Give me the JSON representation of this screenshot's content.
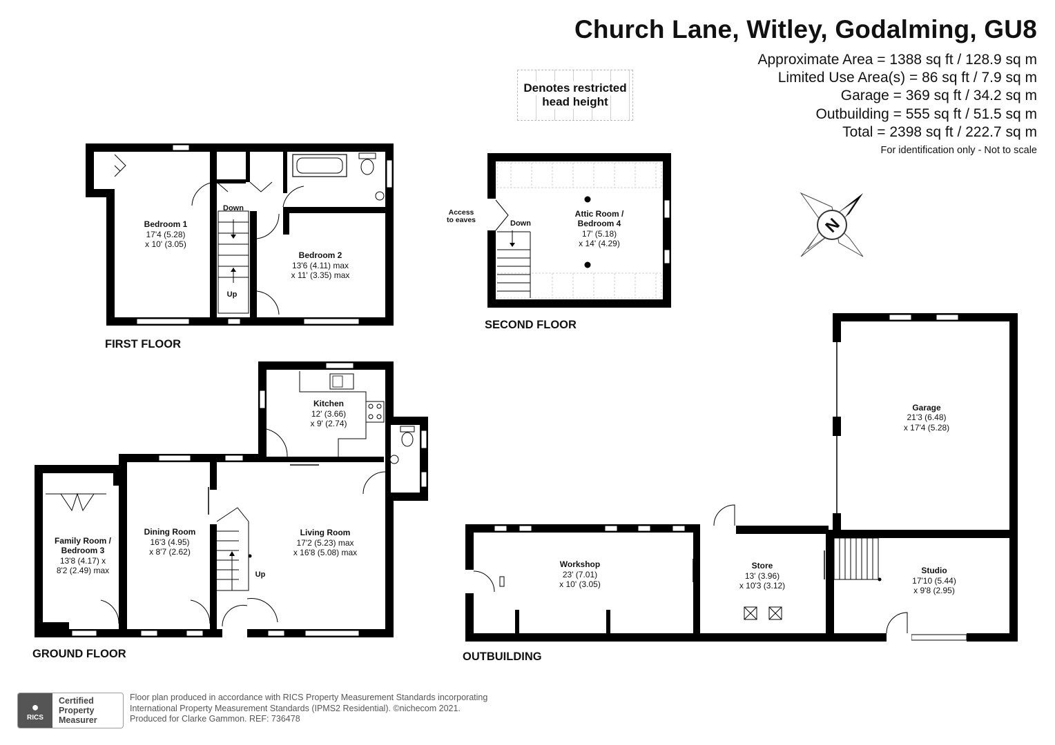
{
  "header": {
    "title": "Church Lane, Witley, Godalming, GU8",
    "areas": [
      "Approximate Area = 1388 sq ft / 128.9 sq m",
      "Limited Use Area(s) = 86 sq ft / 7.9 sq m",
      "Garage = 369 sq ft / 34.2 sq m",
      "Outbuilding = 555 sq ft / 51.5 sq m",
      "Total = 2398 sq ft / 222.7 sq m"
    ],
    "note": "For identification only - Not to scale"
  },
  "legend": {
    "restricted_line1": "Denotes restricted",
    "restricted_line2": "head height"
  },
  "compass": {
    "letter": "N"
  },
  "floors": {
    "first": "FIRST FLOOR",
    "second": "SECOND FLOOR",
    "ground": "GROUND FLOOR",
    "outbuilding": "OUTBUILDING"
  },
  "rooms": {
    "bedroom1": {
      "name": "Bedroom 1",
      "dim1": "17'4 (5.28)",
      "dim2": "x 10' (3.05)"
    },
    "bedroom2": {
      "name": "Bedroom 2",
      "dim1": "13'6 (4.11) max",
      "dim2": "x 11' (3.35) max"
    },
    "attic": {
      "name1": "Attic Room /",
      "name2": "Bedroom 4",
      "dim1": "17' (5.18)",
      "dim2": "x 14' (4.29)"
    },
    "kitchen": {
      "name": "Kitchen",
      "dim1": "12' (3.66)",
      "dim2": "x 9' (2.74)"
    },
    "family": {
      "name1": "Family Room /",
      "name2": "Bedroom 3",
      "dim1": "13'8 (4.17) x",
      "dim2": "8'2 (2.49) max"
    },
    "dining": {
      "name": "Dining Room",
      "dim1": "16'3 (4.95)",
      "dim2": "x 8'7 (2.62)"
    },
    "living": {
      "name": "Living Room",
      "dim1": "17'2 (5.23) max",
      "dim2": "x 16'8 (5.08) max"
    },
    "garage": {
      "name": "Garage",
      "dim1": "21'3 (6.48)",
      "dim2": "x 17'4 (5.28)"
    },
    "workshop": {
      "name": "Workshop",
      "dim1": "23' (7.01)",
      "dim2": "x 10' (3.05)"
    },
    "store": {
      "name": "Store",
      "dim1": "13' (3.96)",
      "dim2": "x 10'3 (3.12)"
    },
    "studio": {
      "name": "Studio",
      "dim1": "17'10 (5.44)",
      "dim2": "x 9'8 (2.95)"
    }
  },
  "stairs_labels": {
    "ff_down": "Down",
    "ff_up": "Up",
    "sf_down": "Down",
    "sf_access1": "Access",
    "sf_access2": "to eaves",
    "gf_up": "Up"
  },
  "footer": {
    "badge_org": "RICS",
    "badge_line1": "Certified",
    "badge_line2": "Property",
    "badge_line3": "Measurer",
    "line1": "Floor plan produced in accordance with RICS Property Measurement Standards incorporating",
    "line2": "International Property Measurement Standards (IPMS2 Residential).  ©nichecom 2021.",
    "line3": "Produced for Clarke Gammon.   REF: 736478"
  }
}
